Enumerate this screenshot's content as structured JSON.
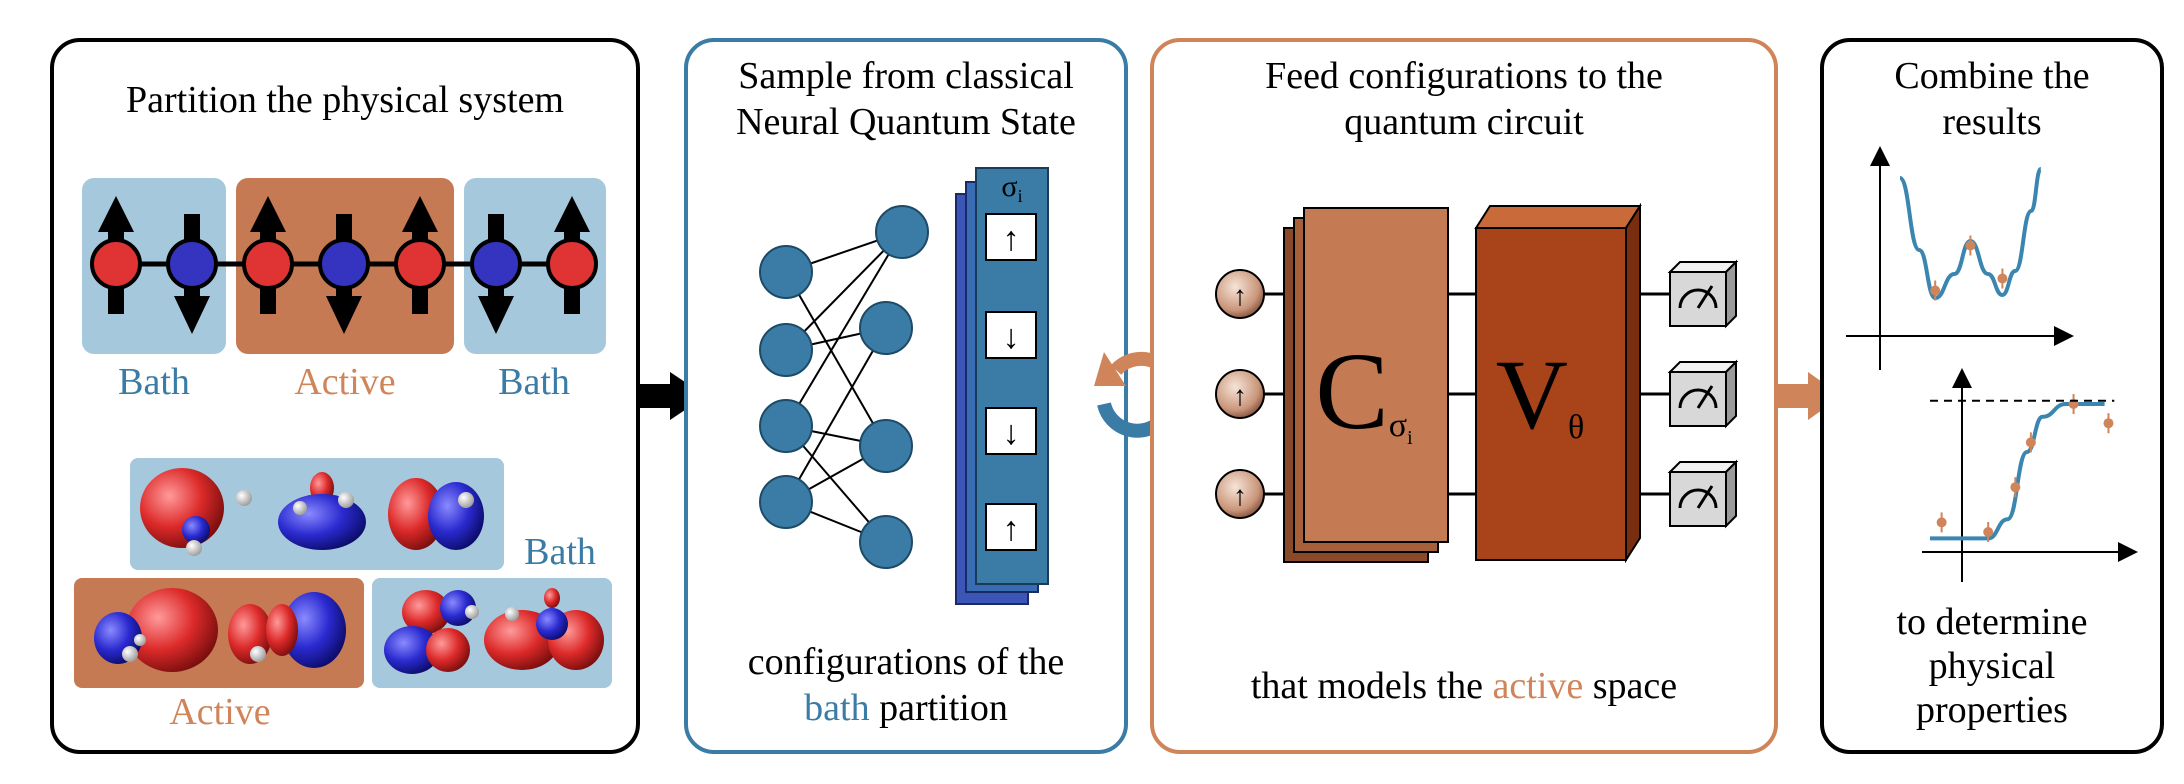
{
  "panels": {
    "partition": {
      "title": "Partition the physical system",
      "chain_labels": [
        "Bath",
        "Active",
        "Bath"
      ],
      "orbital_labels": {
        "bath": "Bath",
        "active": "Active"
      }
    },
    "sample": {
      "title_line1": "Sample from classical",
      "title_line2": "Neural Quantum State",
      "sigma_label": "σ",
      "sigma_sub": "i",
      "config_spins": [
        "↑",
        "↓",
        "↓",
        "↑"
      ],
      "caption_line1": "configurations of the",
      "caption_bath_word": "bath",
      "caption_line2_rest": " partition"
    },
    "circuit": {
      "title_line1": "Feed configurations to the",
      "title_line2": "quantum circuit",
      "c_gate_main": "C",
      "c_gate_sub": "σ",
      "c_gate_subsub": "i",
      "v_gate_main": "V",
      "v_gate_sub": "θ",
      "qubit_arrow": "↑",
      "caption_pre": "that models the ",
      "caption_active_word": "active",
      "caption_post": " space"
    },
    "combine": {
      "title_line1": "Combine the",
      "title_line2": "results",
      "caption_line1": "to determine",
      "caption_line2": "physical",
      "caption_line3": "properties"
    }
  },
  "colors": {
    "bath_text": "#3a7ca5",
    "active_text": "#d0845a",
    "bath_box": "#a6c8dc",
    "active_box": "#c67a54",
    "site_red": "#e03434",
    "site_blue": "#3434c0",
    "nqs_node": "#3a7ca5",
    "c_gate": "#c47a52",
    "v_gate": "#a8431a",
    "curve": "#3a86b0",
    "points": "#d0845a"
  },
  "chart_data": [
    {
      "type": "line",
      "title": "",
      "xlabel": "",
      "ylabel": "",
      "series": [
        {
          "values": [
            [
              0.0,
              0.92
            ],
            [
              0.12,
              0.44
            ],
            [
              0.22,
              0.12
            ],
            [
              0.34,
              0.28
            ],
            [
              0.44,
              0.5
            ],
            [
              0.55,
              0.28
            ],
            [
              0.64,
              0.14
            ],
            [
              0.72,
              0.3
            ],
            [
              0.82,
              0.7
            ],
            [
              0.88,
              0.98
            ]
          ]
        },
        {
          "values": [
            [
              0.22,
              0.17
            ],
            [
              0.44,
              0.47
            ],
            [
              0.64,
              0.25
            ]
          ]
        }
      ]
    },
    {
      "type": "line",
      "title": "",
      "xlabel": "",
      "ylabel": "",
      "series": [
        {
          "values": [
            [
              0.0,
              0.06
            ],
            [
              0.3,
              0.06
            ],
            [
              0.4,
              0.18
            ],
            [
              0.5,
              0.6
            ],
            [
              0.58,
              0.82
            ],
            [
              0.7,
              0.9
            ],
            [
              0.9,
              0.9
            ]
          ]
        },
        {
          "values": [
            [
              0.06,
              0.16
            ],
            [
              0.3,
              0.1
            ],
            [
              0.44,
              0.38
            ],
            [
              0.52,
              0.66
            ],
            [
              0.74,
              0.9
            ],
            [
              0.92,
              0.78
            ]
          ]
        },
        {
          "values": [
            [
              0.0,
              0.92
            ],
            [
              0.95,
              0.92
            ]
          ]
        }
      ]
    }
  ]
}
